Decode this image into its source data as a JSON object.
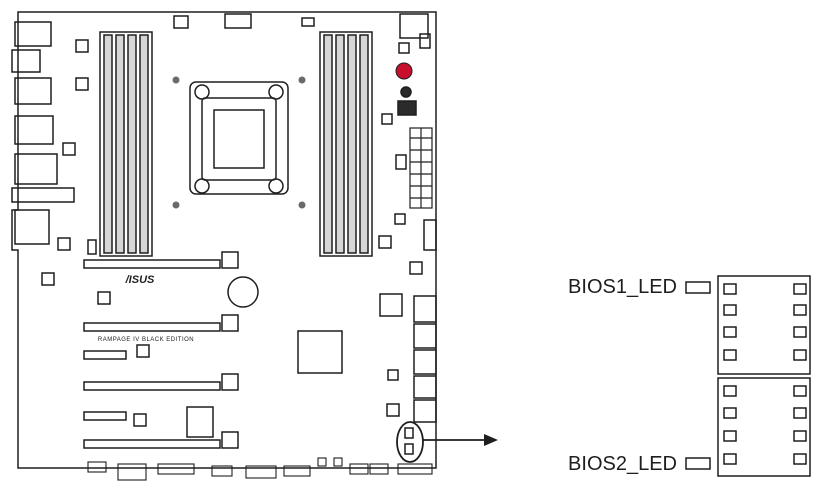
{
  "diagram": {
    "brand_logo": "/ISUS",
    "board_model": "RAMPAGE IV BLACK EDITION",
    "labels": {
      "bios1_led": "BIOS1_LED",
      "bios2_led": "BIOS2_LED"
    },
    "colors": {
      "stroke": "#1e1e1e",
      "dimm_fill": "#cfcfcf",
      "accent_red": "#c8102e",
      "background": "#ffffff"
    }
  }
}
